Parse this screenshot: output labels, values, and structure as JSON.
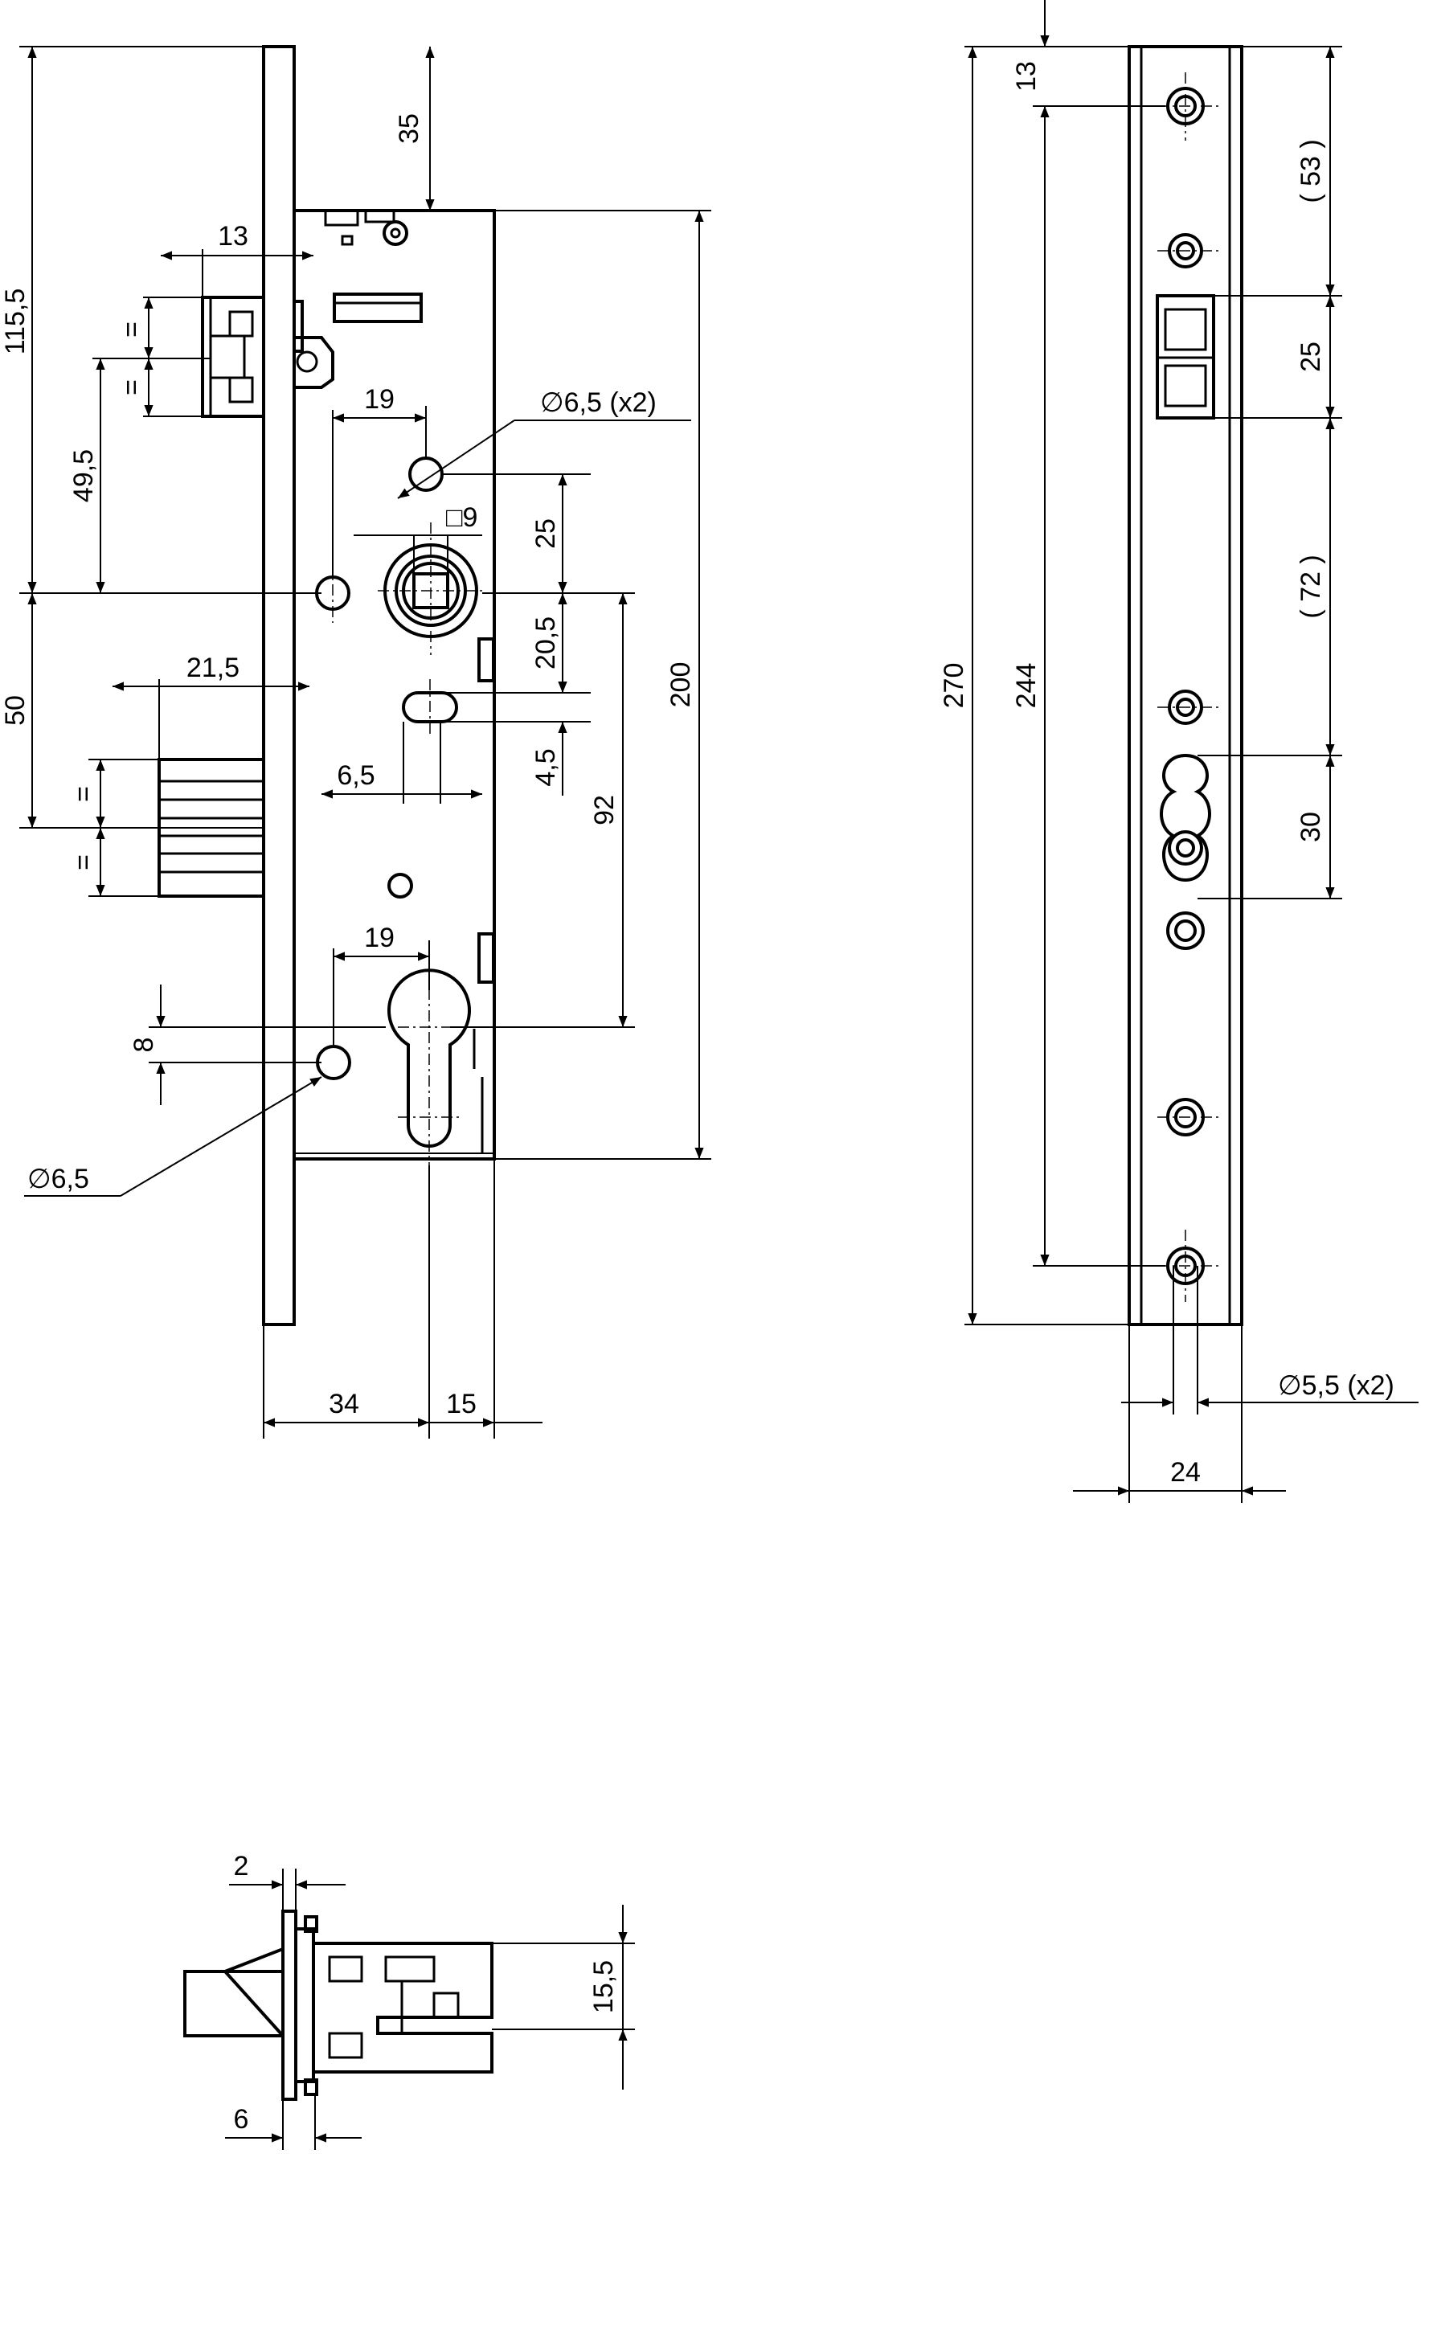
{
  "front_view": {
    "dims": {
      "d_115_5": "115,5",
      "d_35": "35",
      "d_13_top": "13",
      "d_49_5": "49,5",
      "d_eq1": "=",
      "d_eq2": "=",
      "d_19_top": "19",
      "d_hole_dia_x2": "∅6,5 (x2)",
      "d_square_9": "□9",
      "d_25": "25",
      "d_20_5": "20,5",
      "d_200": "200",
      "d_21_5": "21,5",
      "d_50": "50",
      "d_6_5": "6,5",
      "d_4_5": "4,5",
      "d_92": "92",
      "d_eq3": "=",
      "d_eq4": "=",
      "d_19_bottom": "19",
      "d_8": "8",
      "d_hole_dia": "∅6,5",
      "d_34": "34",
      "d_15": "15"
    }
  },
  "side_view": {
    "dims": {
      "d_13": "13",
      "d_53": "( 53 )",
      "d_25": "25",
      "d_72": "( 72 )",
      "d_270": "270",
      "d_244": "244",
      "d_30": "30",
      "d_screw_dia": "∅5,5 (x2)",
      "d_24": "24"
    }
  },
  "latch_view": {
    "dims": {
      "d_2": "2",
      "d_15_5": "15,5",
      "d_6": "6"
    }
  }
}
